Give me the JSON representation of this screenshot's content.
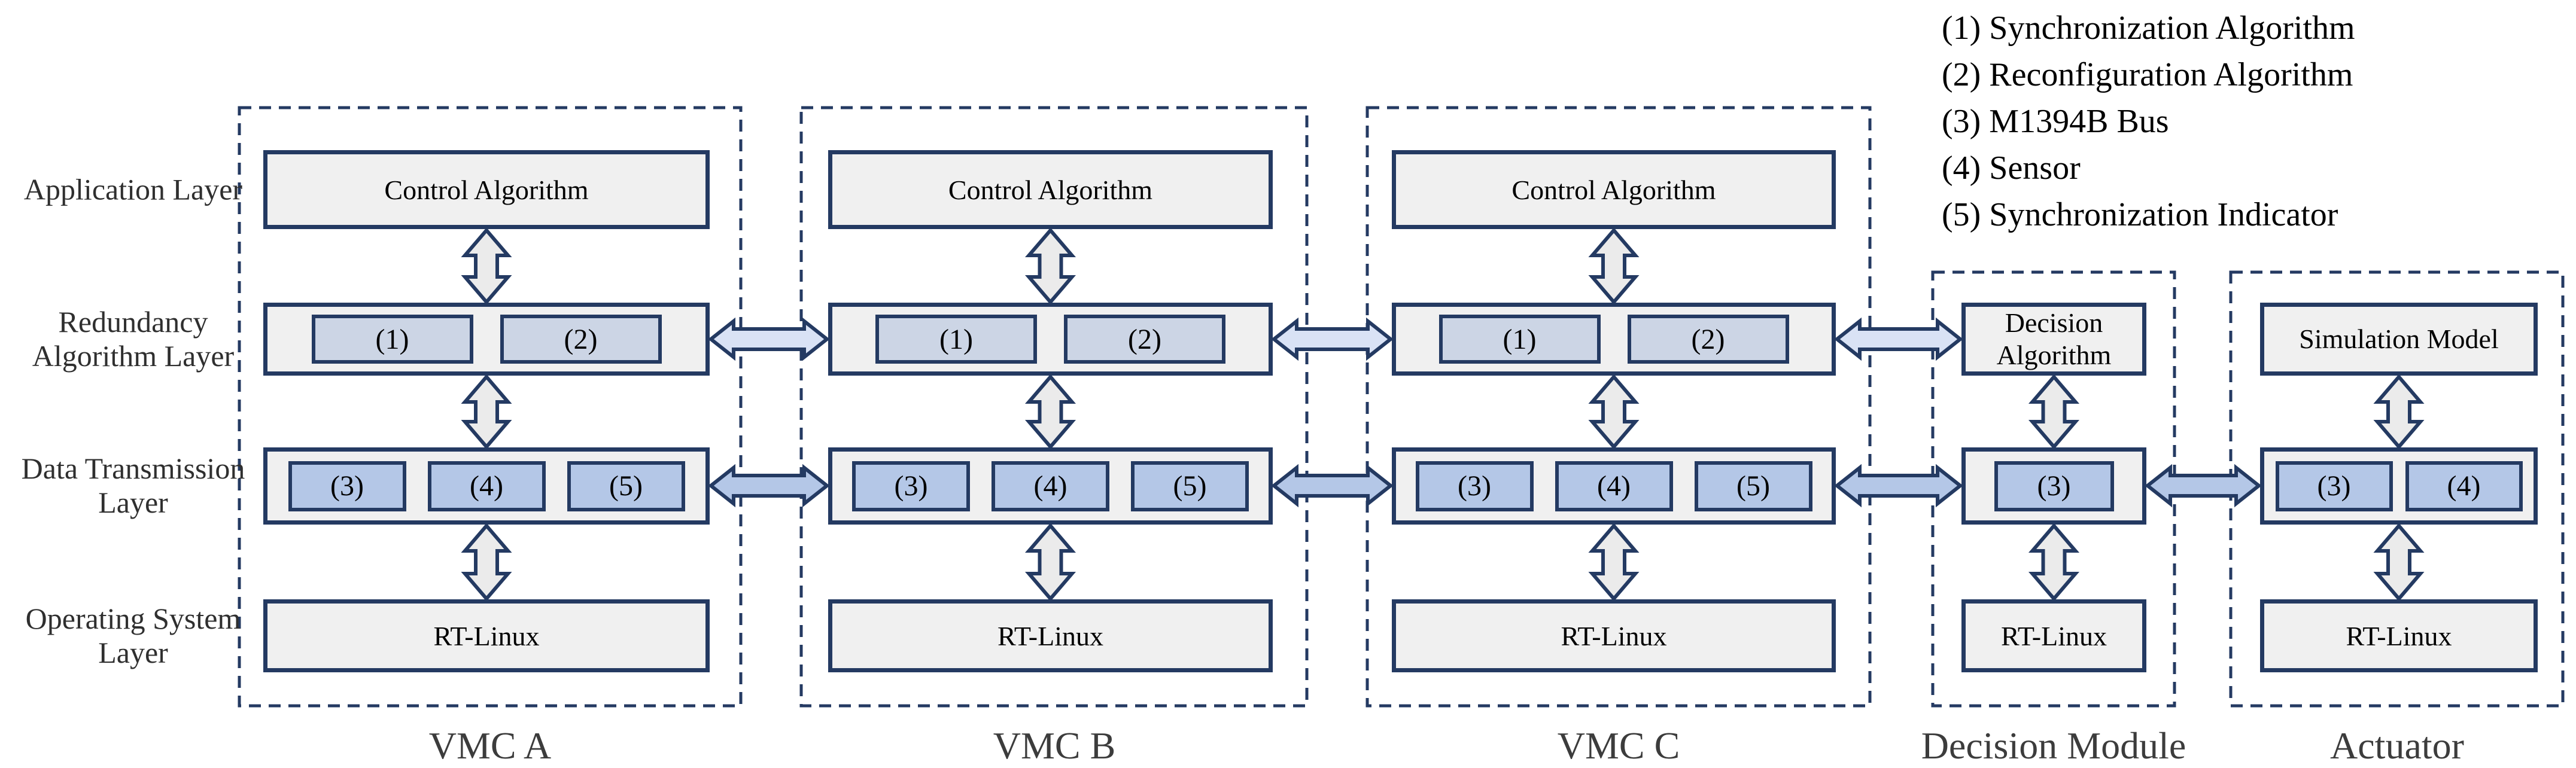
{
  "colors": {
    "outline": "#243a62",
    "box_fill": "#f0f0f0",
    "red_chip_fill": "#ccd5e5",
    "data_chip_fill": "#b4c7e7",
    "h_arrow_redundancy_fill": "#d9e2f5",
    "h_arrow_data_fill": "#b4c7e7",
    "v_arrow_fill": "#ebebeb",
    "label_color": "#2f2f2f"
  },
  "legend": {
    "items": [
      "(1) Synchronization Algorithm",
      "(2) Reconfiguration Algorithm",
      "(3) M1394B Bus",
      "(4) Sensor",
      "(5) Synchronization Indicator"
    ]
  },
  "layer_labels": [
    {
      "id": "application",
      "lines": [
        "Application Layer",
        ""
      ]
    },
    {
      "id": "redundancy",
      "lines": [
        "Redundancy",
        "Algorithm Layer"
      ]
    },
    {
      "id": "data-transmission",
      "lines": [
        "Data Transmission",
        "Layer"
      ]
    },
    {
      "id": "operating-system",
      "lines": [
        "Operating System",
        "Layer"
      ]
    }
  ],
  "modules": [
    {
      "id": "vmc-a",
      "caption": "VMC A",
      "application_box": "Control Algorithm",
      "redundancy_chips": [
        "(1)",
        "(2)"
      ],
      "data_chips": [
        "(3)",
        "(4)",
        "(5)"
      ],
      "os_box": "RT-Linux"
    },
    {
      "id": "vmc-b",
      "caption": "VMC B",
      "application_box": "Control Algorithm",
      "redundancy_chips": [
        "(1)",
        "(2)"
      ],
      "data_chips": [
        "(3)",
        "(4)",
        "(5)"
      ],
      "os_box": "RT-Linux"
    },
    {
      "id": "vmc-c",
      "caption": "VMC C",
      "application_box": "Control Algorithm",
      "redundancy_chips": [
        "(1)",
        "(2)"
      ],
      "data_chips": [
        "(3)",
        "(4)",
        "(5)"
      ],
      "os_box": "RT-Linux"
    },
    {
      "id": "decision-module",
      "caption": "Decision Module",
      "application_box": null,
      "redundancy_text_lines": [
        "Decision",
        "Algorithm"
      ],
      "data_chips": [
        "(3)"
      ],
      "os_box": "RT-Linux"
    },
    {
      "id": "actuator",
      "caption": "Actuator",
      "application_box": null,
      "redundancy_text_lines": [
        "Simulation Model"
      ],
      "data_chips": [
        "(3)",
        "(4)"
      ],
      "os_box": "RT-Linux"
    }
  ],
  "connections": {
    "horizontal": [
      {
        "from": "vmc-a",
        "to": "vmc-b",
        "level": "redundancy",
        "direction": "both"
      },
      {
        "from": "vmc-b",
        "to": "vmc-c",
        "level": "redundancy",
        "direction": "both"
      },
      {
        "from": "vmc-c",
        "to": "decision-module",
        "level": "redundancy",
        "direction": "both"
      },
      {
        "from": "vmc-a",
        "to": "vmc-b",
        "level": "data",
        "direction": "both"
      },
      {
        "from": "vmc-b",
        "to": "vmc-c",
        "level": "data",
        "direction": "both"
      },
      {
        "from": "vmc-c",
        "to": "decision-module",
        "level": "data",
        "direction": "both"
      },
      {
        "from": "decision-module",
        "to": "actuator",
        "level": "data",
        "direction": "both"
      }
    ]
  }
}
